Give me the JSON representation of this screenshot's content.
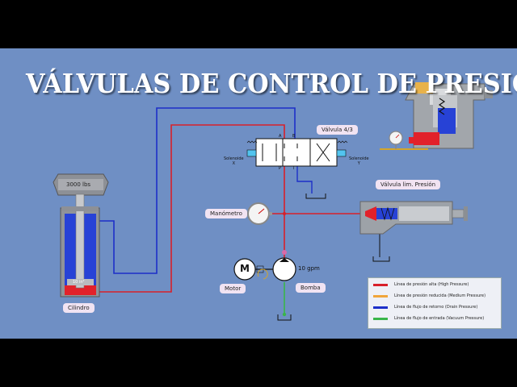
{
  "title": "VÁLVULAS DE CONTROL DE PRESIÓN",
  "cylinder": {
    "load_label": "3000 lbs",
    "area_label": "10 in²",
    "name": "Cilindro"
  },
  "valve43": {
    "name": "Válvula 4/3",
    "port_a": "A",
    "port_b": "B",
    "port_p": "P",
    "port_t": "T",
    "sol_left": "Solenoide\nX",
    "sol_right": "Solenoide\nY"
  },
  "gauge": {
    "name": "Manómetro"
  },
  "relief": {
    "name": "Válvula lim. Presión"
  },
  "motor": {
    "symbol": "M",
    "name": "Motor"
  },
  "pump": {
    "name": "Bomba",
    "flow": "10 gpm"
  },
  "legend": [
    {
      "color": "#d8202a",
      "label": "Línea de presión alta (High Pressure)"
    },
    {
      "color": "#f0a53a",
      "label": "Línea de presión reducida (Medium Pressure)"
    },
    {
      "color": "#1d2fc8",
      "label": "Línea de flujo de retorno (Drain Pressure)"
    },
    {
      "color": "#39b54a",
      "label": "Línea de  flujo de entrada (Vacuum Pressure)"
    }
  ],
  "colors": {
    "high": "#d8202a",
    "return": "#1d2fc8",
    "suction": "#39b54a",
    "background": "#6f8fc4"
  }
}
